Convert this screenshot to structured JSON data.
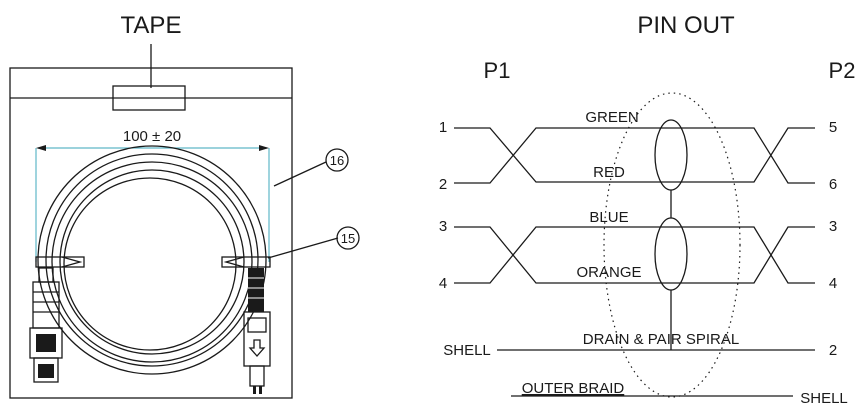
{
  "left_panel": {
    "title": "TAPE",
    "dimension": "100 ± 20",
    "callouts": [
      "16",
      "15"
    ]
  },
  "right_panel": {
    "title": "PIN OUT",
    "p1_label": "P1",
    "p2_label": "P2",
    "left_pins": [
      "1",
      "2",
      "3",
      "4"
    ],
    "right_pins": [
      "5",
      "6",
      "3",
      "4"
    ],
    "wires": [
      "GREEN",
      "RED",
      "BLUE",
      "ORANGE"
    ],
    "shell_left": "SHELL",
    "drain_label": "DRAIN & PAIR SPIRAL",
    "drain_pin": "2",
    "outer_braid": "OUTER BRAID",
    "shell_right": "SHELL"
  },
  "colors": {
    "line": "#1a1a1a",
    "dimension_line": "#5fb8c7"
  }
}
